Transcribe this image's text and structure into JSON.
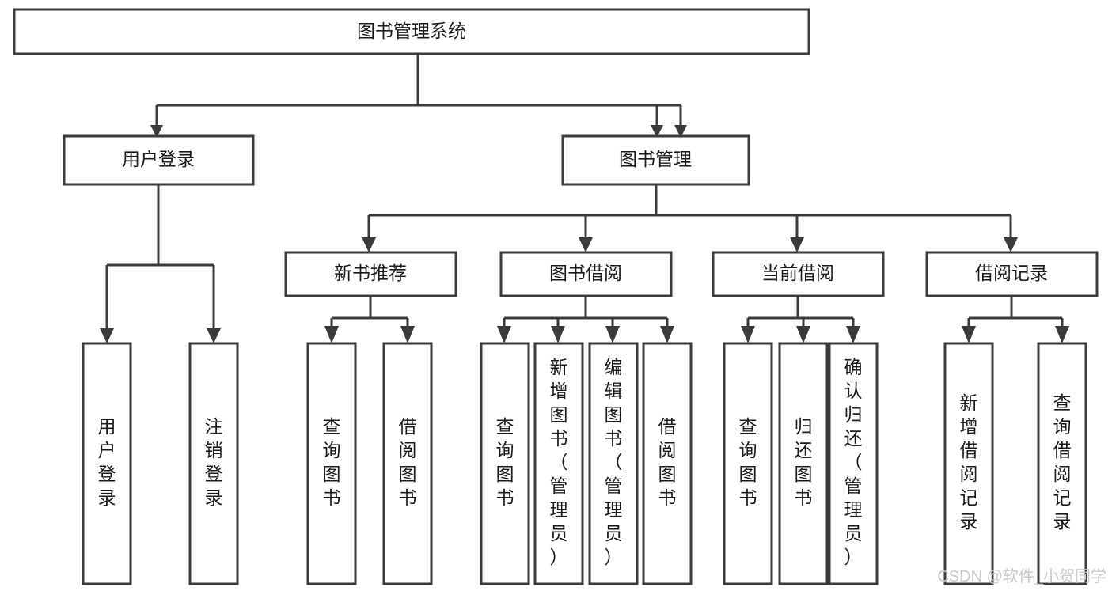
{
  "diagram": {
    "title": "图书管理系统",
    "type": "hierarchy-tree",
    "orientation": "top-down",
    "background_color": "#ffffff",
    "box_stroke_color": "#3b3b3b",
    "text_color": "#1a1a1a"
  },
  "levels": {
    "root": {
      "label": "图书管理系统"
    },
    "level2": [
      {
        "id": "user-login",
        "label": "用户登录"
      },
      {
        "id": "book-management",
        "label": "图书管理"
      }
    ],
    "level3": [
      {
        "id": "new-book-recommend",
        "label": "新书推荐",
        "parent": "book-management"
      },
      {
        "id": "book-borrow",
        "label": "图书借阅",
        "parent": "book-management"
      },
      {
        "id": "current-borrow",
        "label": "当前借阅",
        "parent": "book-management"
      },
      {
        "id": "borrow-record",
        "label": "借阅记录",
        "parent": "book-management"
      }
    ],
    "leaves": [
      {
        "id": "leaf-user-login",
        "label": "用户登录",
        "parent": "user-login"
      },
      {
        "id": "leaf-logout-login",
        "label": "注销登录",
        "parent": "user-login"
      },
      {
        "id": "leaf-query-book-1",
        "label": "查询图书",
        "parent": "new-book-recommend"
      },
      {
        "id": "leaf-borrow-book-1",
        "label": "借阅图书",
        "parent": "new-book-recommend"
      },
      {
        "id": "leaf-query-book-2",
        "label": "查询图书",
        "parent": "book-borrow"
      },
      {
        "id": "leaf-add-book",
        "label": "新增图书（管理员）",
        "parent": "book-borrow"
      },
      {
        "id": "leaf-edit-book",
        "label": "编辑图书（管理员）",
        "parent": "book-borrow"
      },
      {
        "id": "leaf-borrow-book-2",
        "label": "借阅图书",
        "parent": "book-borrow"
      },
      {
        "id": "leaf-query-book-3",
        "label": "查询图书",
        "parent": "current-borrow"
      },
      {
        "id": "leaf-return-book",
        "label": "归还图书",
        "parent": "current-borrow"
      },
      {
        "id": "leaf-confirm-return",
        "label": "确认归还（管理员）",
        "parent": "current-borrow"
      },
      {
        "id": "leaf-add-record",
        "label": "新增借阅记录",
        "parent": "borrow-record"
      },
      {
        "id": "leaf-query-record",
        "label": "查询借阅记录",
        "parent": "borrow-record"
      }
    ]
  },
  "watermark": {
    "text": "CSDN @软件_小贺同学"
  }
}
